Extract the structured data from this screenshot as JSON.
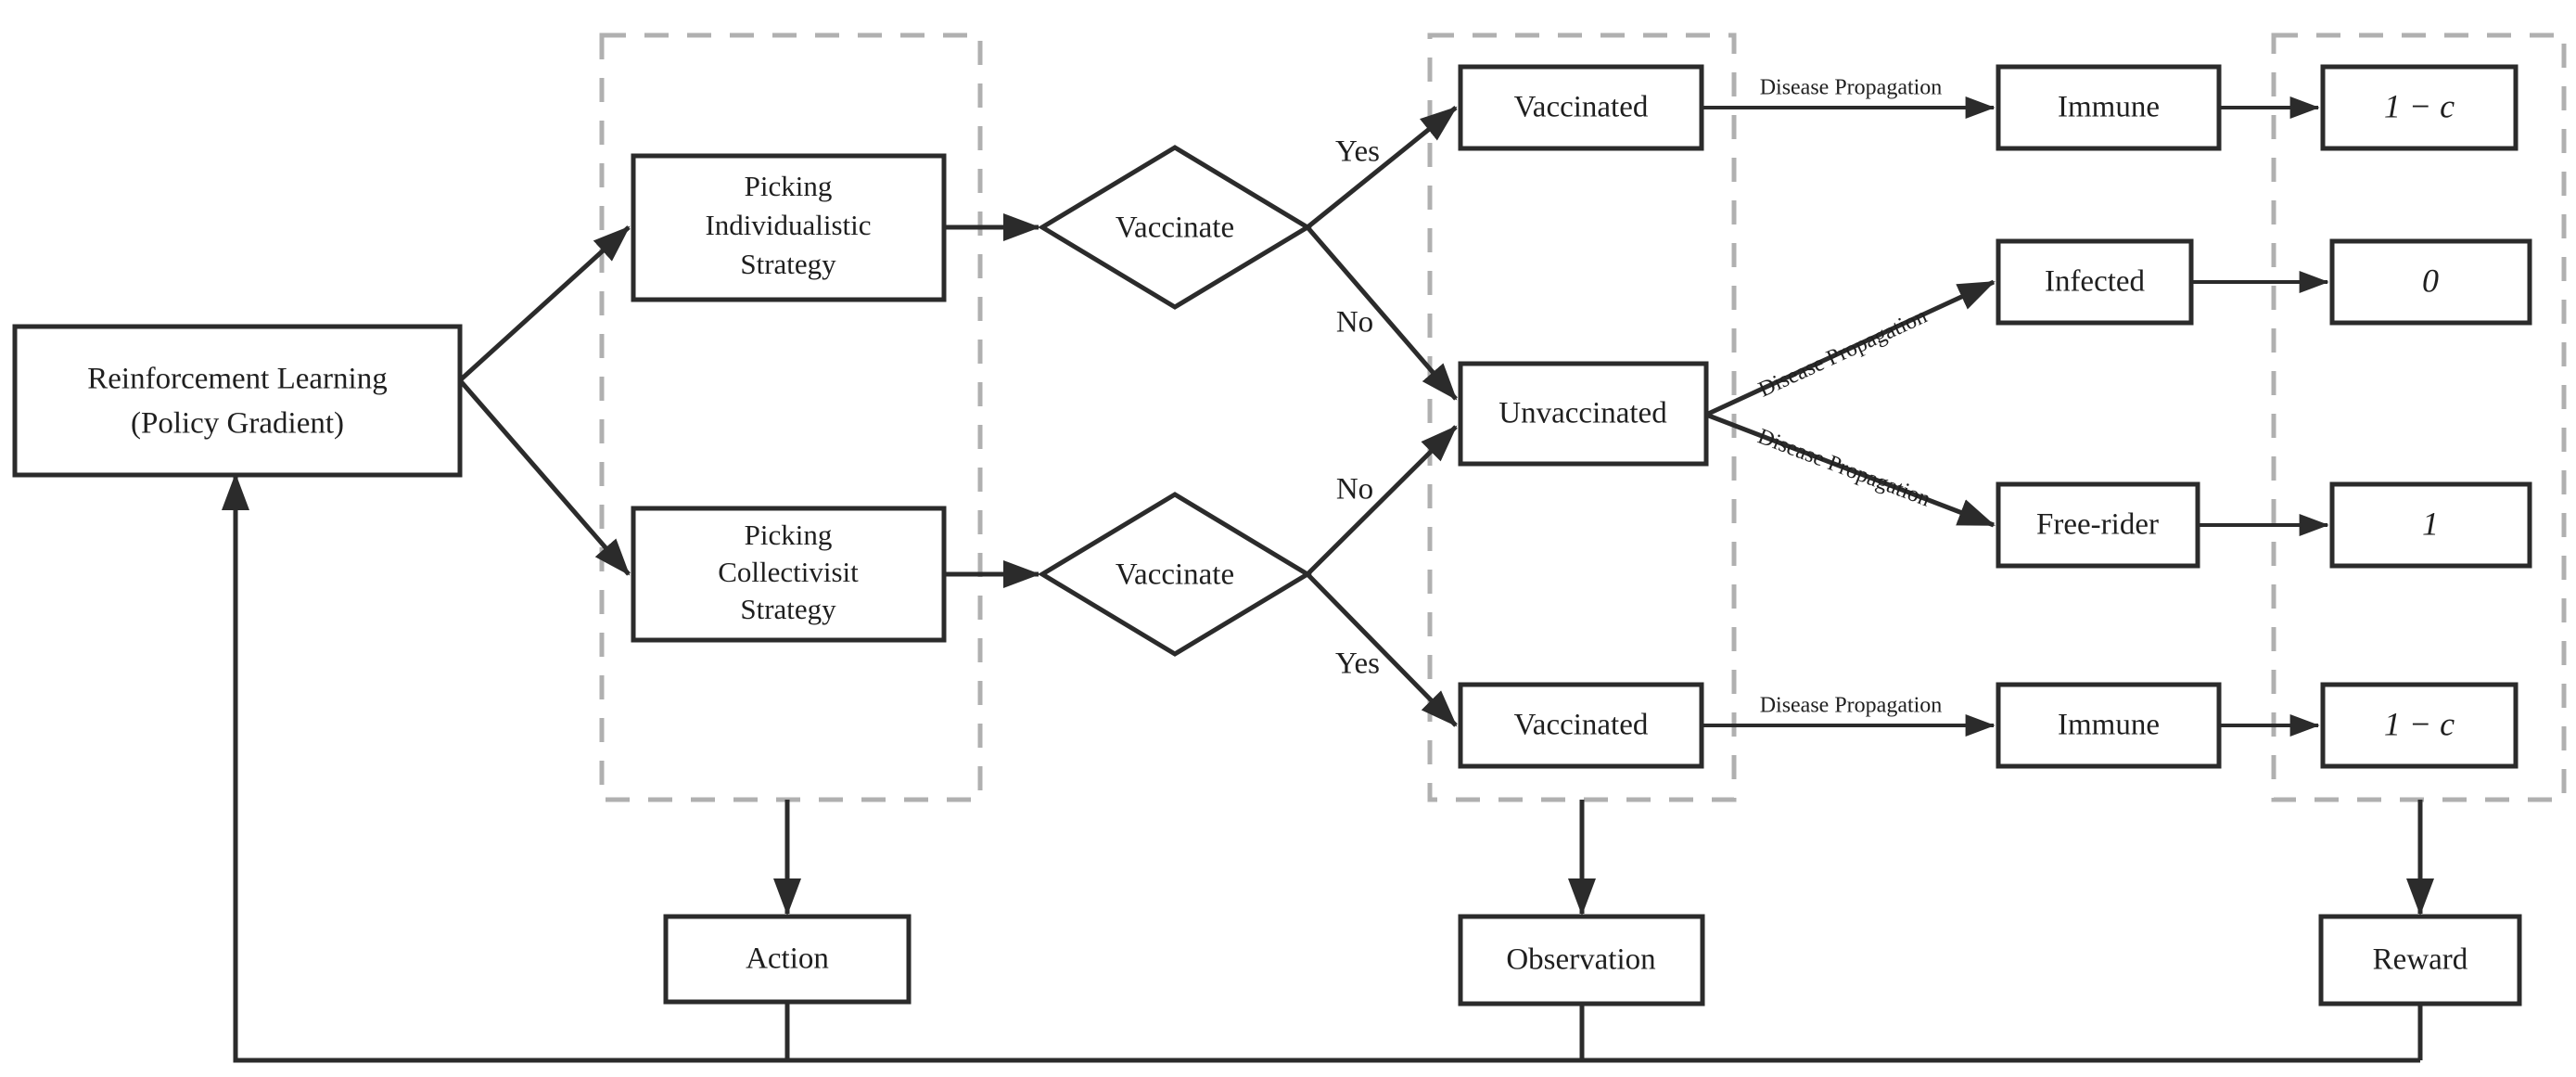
{
  "diagram": {
    "title": "Reinforcement Learning Vaccination Decision Flowchart",
    "colors": {
      "stroke": "#2b2b2b",
      "dashed_group": "#b0b0b0",
      "background": "#ffffff"
    },
    "nodes": {
      "rl": {
        "line1": "Reinforcement Learning",
        "line2": "(Policy Gradient)"
      },
      "strategy_individual": {
        "line1": "Picking",
        "line2": "Individualistic",
        "line3": "Strategy"
      },
      "strategy_collective": {
        "line1": "Picking",
        "line2": "Collectivisit",
        "line3": "Strategy"
      },
      "decision_top": "Vaccinate",
      "decision_bottom": "Vaccinate",
      "state_vaccinated_top": "Vaccinated",
      "state_unvaccinated": "Unvaccinated",
      "state_vaccinated_bottom": "Vaccinated",
      "outcome_immune_top": "Immune",
      "outcome_infected": "Infected",
      "outcome_freerider": "Free-rider",
      "outcome_immune_bottom": "Immune",
      "reward_immune_top": "1 − c",
      "reward_infected": "0",
      "reward_freerider": "1",
      "reward_immune_bottom": "1 − c",
      "action": "Action",
      "observation": "Observation",
      "reward": "Reward"
    },
    "edge_labels": {
      "yes_top": "Yes",
      "no_top": "No",
      "no_bottom": "No",
      "yes_bottom": "Yes",
      "propagation_1": "Disease Propagation",
      "propagation_2": "Disease  Propagation",
      "propagation_3": "Disease  Propagation",
      "propagation_4": "Disease Propagation"
    }
  }
}
